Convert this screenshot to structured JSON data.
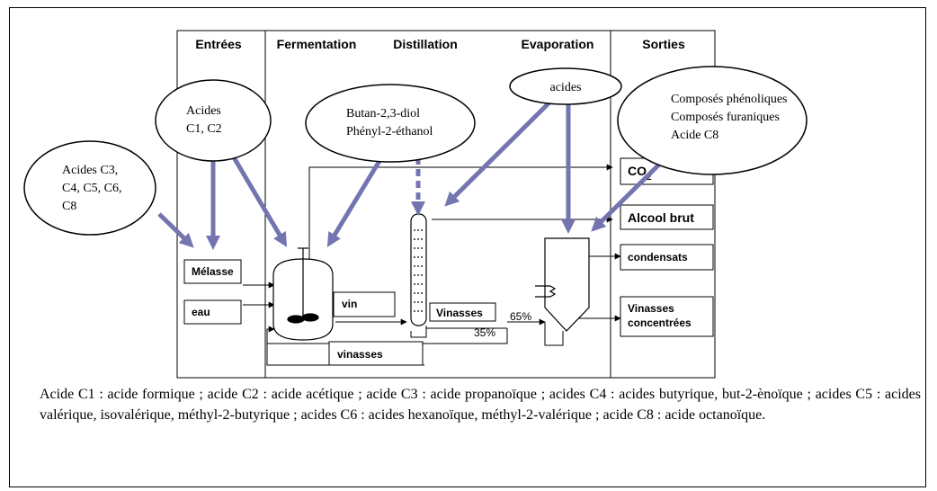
{
  "columns": [
    "Entrées",
    "Fermentation",
    "Distillation",
    "Evaporation",
    "Sorties"
  ],
  "ellipses": {
    "acides_c3": [
      "Acides C3,",
      "C4, C5, C6,",
      "C8"
    ],
    "acides_c1": [
      "Acides",
      "C1, C2"
    ],
    "butan": [
      "Butan-2,3-diol",
      "Phényl-2-éthanol"
    ],
    "acides": [
      "acides"
    ],
    "composes": [
      "Composés phénoliques",
      "Composés furaniques",
      "Acide C8"
    ]
  },
  "boxes": {
    "melasse": "Mélasse",
    "eau": "eau",
    "vin": "vin",
    "vinasses_dist": "Vinasses",
    "vinasses_loop": "vinasses",
    "co2": "CO",
    "co2_sub": "2",
    "alcool_brut": "Alcool brut",
    "condensats": "condensats",
    "vinasses_conc_1": "Vinasses",
    "vinasses_conc_2": "concentrées"
  },
  "percentages": {
    "p65": "65%",
    "p35": "35%"
  },
  "caption": "Acide C1 : acide formique ; acide C2 : acide acétique ; acide C3 : acide propanoïque ; acides C4 : acides butyrique, but-2-ènoïque ; acides C5 : acides valérique, isovalérique, méthyl-2-butyrique ; acides C6 : acides hexanoïque, méthyl-2-valérique ; acide C8 : acide octanoïque.",
  "colors": {
    "arrow": "#7474b0",
    "line": "#000000"
  }
}
